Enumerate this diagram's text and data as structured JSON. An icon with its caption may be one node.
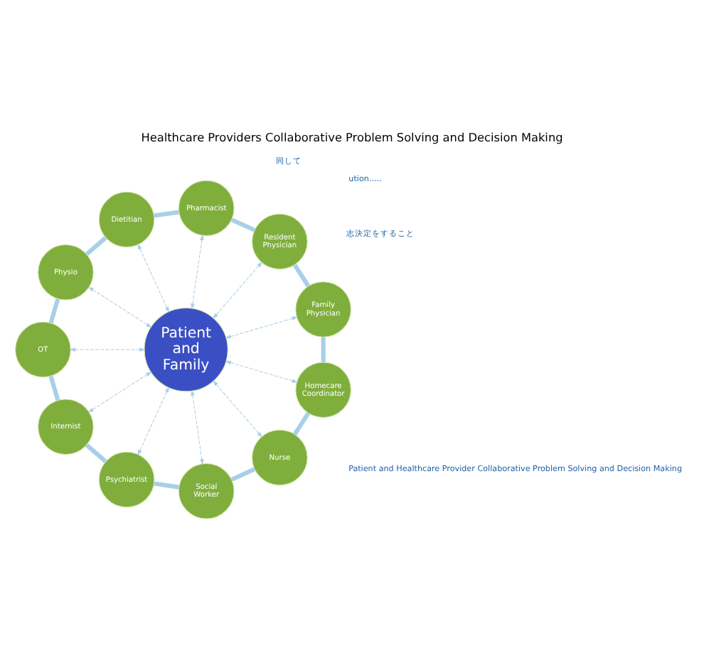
{
  "diagram": {
    "title": "Healthcare Providers Collaborative Problem Solving and Decision Making",
    "nodes": [
      {
        "text": [
          "Patient and Family"
        ]
      },
      {
        "text": [
          "Family Physician"
        ]
      },
      {
        "text": [
          "Resident Physician"
        ]
      },
      {
        "text": [
          "Pharmacist"
        ]
      },
      {
        "text": [
          "Dietitian"
        ]
      },
      {
        "text": [
          "Physio"
        ]
      },
      {
        "text": [
          "OT"
        ]
      },
      {
        "text": [
          "Internist"
        ]
      },
      {
        "text": [
          "Psychiatrist"
        ]
      },
      {
        "text": [
          "Social Worker"
        ]
      },
      {
        "text": [
          "Nurse"
        ]
      },
      {
        "text": [
          "Homecare Coordinator"
        ]
      }
    ],
    "edges": [
      {
        "from": 0,
        "to": 1,
        "arrow": "both",
        "style": "dashed"
      },
      {
        "from": 0,
        "to": 2,
        "arrow": "both",
        "style": "dashed"
      },
      {
        "from": 0,
        "to": 3,
        "arrow": "both",
        "style": "dashed"
      },
      {
        "from": 0,
        "to": 4,
        "arrow": "both",
        "style": "dashed"
      },
      {
        "from": 0,
        "to": 5,
        "arrow": "both",
        "style": "dashed"
      },
      {
        "from": 0,
        "to": 6,
        "arrow": "both",
        "style": "dashed"
      },
      {
        "from": 0,
        "to": 7,
        "arrow": "both",
        "style": "dashed"
      },
      {
        "from": 0,
        "to": 8,
        "arrow": "both",
        "style": "dashed"
      },
      {
        "from": 0,
        "to": 9,
        "arrow": "both",
        "style": "dashed"
      },
      {
        "from": 0,
        "to": 10,
        "arrow": "both",
        "style": "dashed"
      },
      {
        "from": 0,
        "to": 11,
        "arrow": "both",
        "style": "dashed"
      },
      {
        "from": 1,
        "to": 2,
        "arrow": "none",
        "style": "thick"
      },
      {
        "from": 2,
        "to": 3,
        "arrow": "none",
        "style": "thick"
      },
      {
        "from": 3,
        "to": 4,
        "arrow": "none",
        "style": "thick"
      },
      {
        "from": 4,
        "to": 5,
        "arrow": "none",
        "style": "thick"
      },
      {
        "from": 5,
        "to": 6,
        "arrow": "none",
        "style": "thick"
      },
      {
        "from": 6,
        "to": 7,
        "arrow": "none",
        "style": "thick"
      },
      {
        "from": 7,
        "to": 8,
        "arrow": "none",
        "style": "thick"
      },
      {
        "from": 8,
        "to": 9,
        "arrow": "none",
        "style": "thick"
      },
      {
        "from": 9,
        "to": 10,
        "arrow": "none",
        "style": "thick"
      },
      {
        "from": 10,
        "to": 11,
        "arrow": "none",
        "style": "thick"
      },
      {
        "from": 11,
        "to": 1,
        "arrow": "none",
        "style": "thick"
      }
    ],
    "labels": [
      "ution.....",
      "Patient and Healthcare Provider Collaborative Problem Solving and Decision Making",
      "同して",
      "志決定をすること"
    ]
  }
}
